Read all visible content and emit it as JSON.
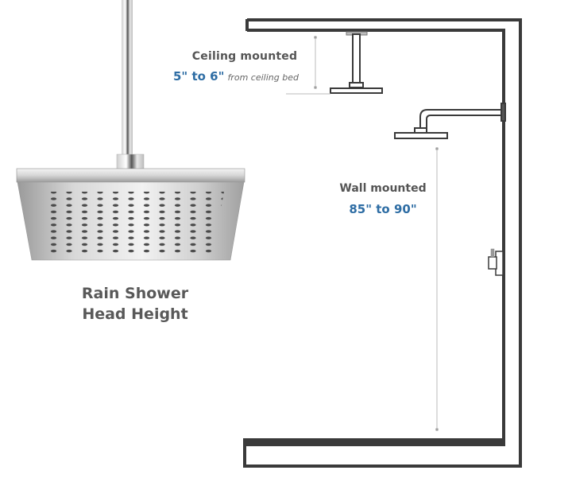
{
  "title": {
    "line1": "Rain Shower",
    "line2": "Head Height"
  },
  "ceiling_mount": {
    "label": "Ceiling mounted",
    "range": "5\" to 6\"",
    "note": "from ceiling bed"
  },
  "wall_mount": {
    "label": "Wall mounted",
    "range": "85\" to 90\""
  },
  "colors": {
    "wall_outline": "#3a3a3a",
    "label_gray": "#555555",
    "value_blue": "#2e6da4",
    "dimension_line": "#bbbbbb",
    "chrome": "#c8c8c8"
  }
}
